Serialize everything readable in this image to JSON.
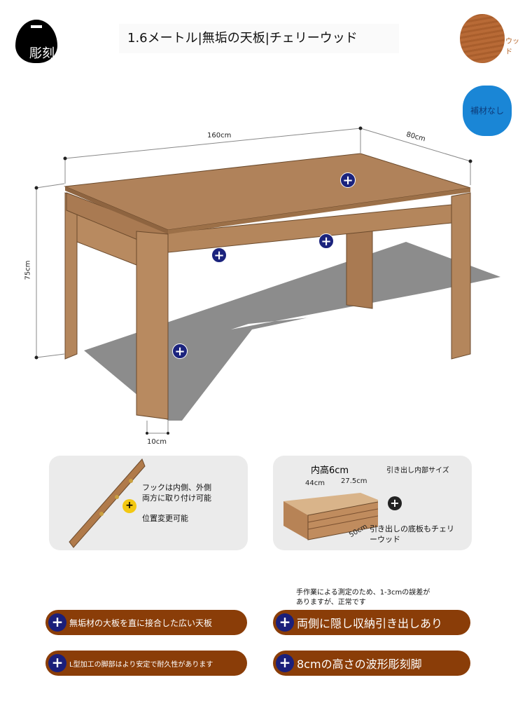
{
  "header": {
    "logo_text": "彫刻",
    "title": "1.6メートル|無垢の天板|チェリーウッド",
    "wood_label": "ウッド",
    "badge": "補材なし"
  },
  "dimensions": {
    "width": "160cm",
    "depth": "80cm",
    "height": "75cm",
    "leg": "10cm"
  },
  "hook_card": {
    "line1": "フックは内側、外側",
    "line2": "両方に取り付け可能",
    "line3": "位置変更可能"
  },
  "drawer_card": {
    "inner_height": "内高6cm",
    "title": "引き出し内部サイズ",
    "w": "44cm",
    "d": "27.5cm",
    "l": "50cm",
    "note1": "引き出しの底板もチェリ",
    "note2": "ーウッド"
  },
  "note": {
    "line1": "手作業による測定のため、1-3cmの誤差が",
    "line2": "ありますが、正常です"
  },
  "features": [
    "無垢材の大板を直に接合した広い天板",
    "両側に隠し収納引き出しあり",
    "L型加工の脚部はより安定で耐久性があります",
    "8cmの高さの波形彫刻脚"
  ],
  "plus_symbol": "+"
}
